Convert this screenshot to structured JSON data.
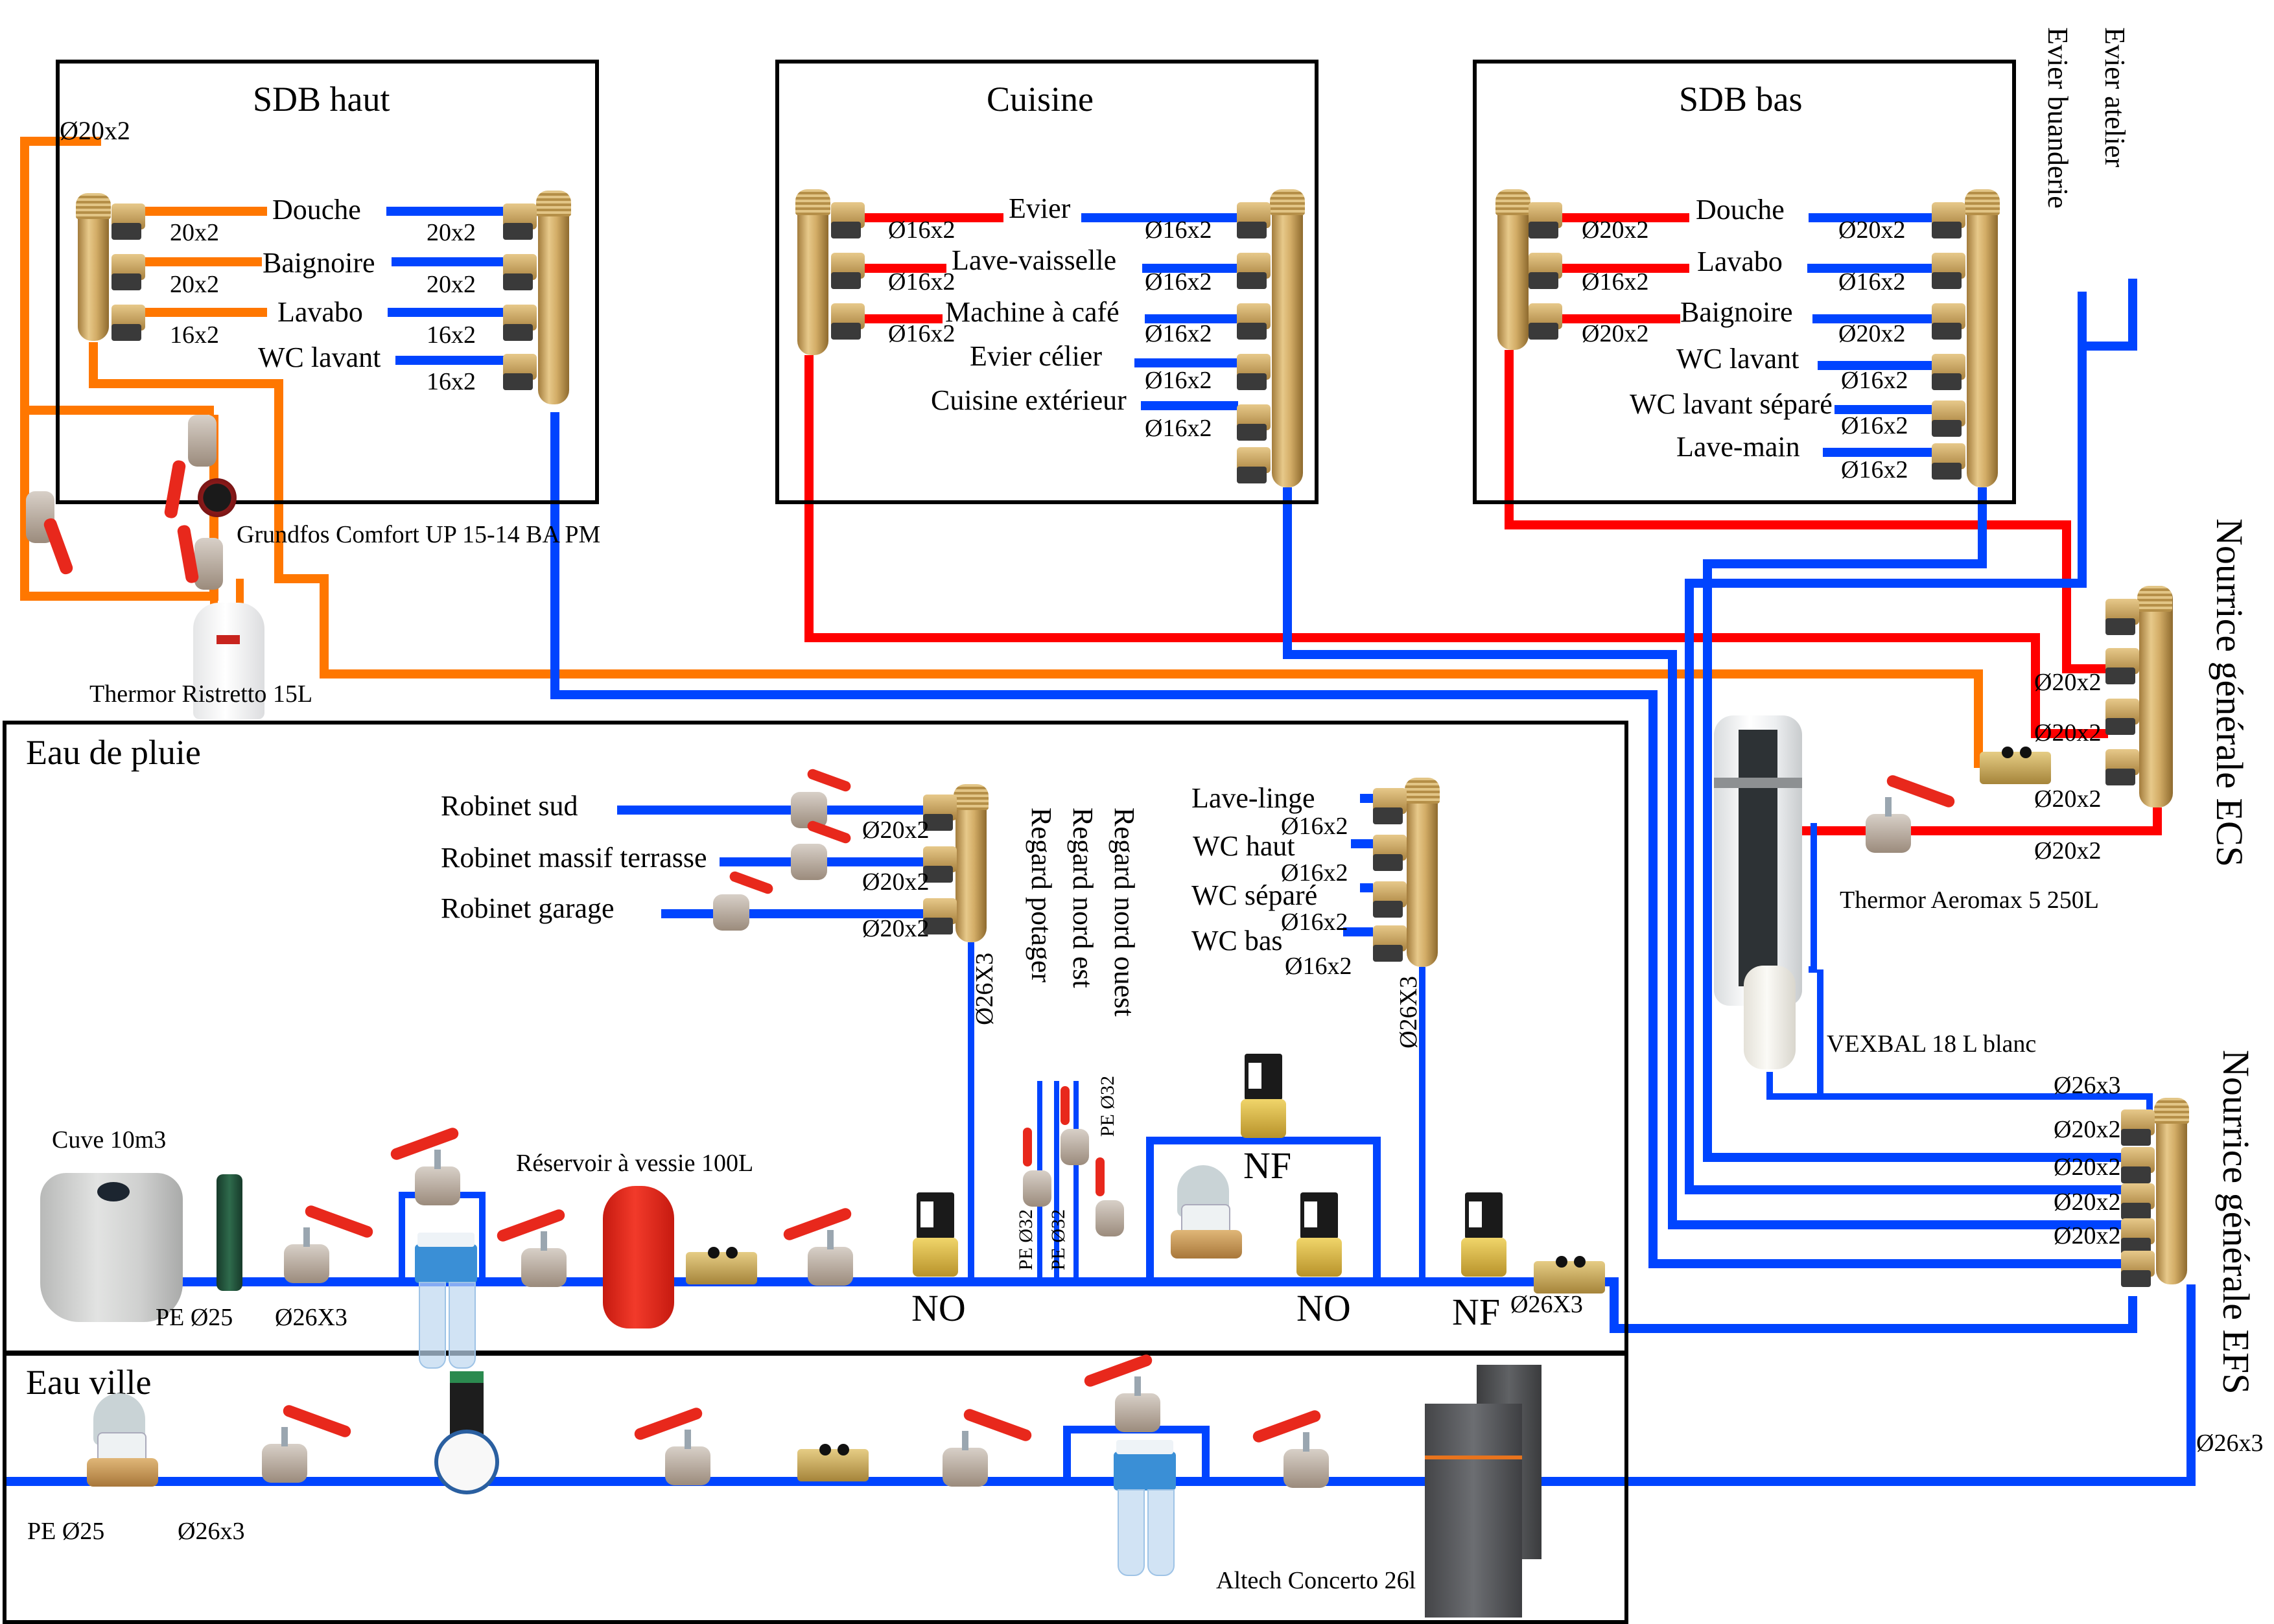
{
  "colors": {
    "cold_pipe": "#0044ff",
    "hot_pipe": "#ff0000",
    "recirc_pipe": "#ff7700",
    "frame": "#000000"
  },
  "zones": {
    "sdb_haut": {
      "title": "SDB haut",
      "feed_label": "Ø20x2",
      "hot_outlets": [
        {
          "fixture": "Douche",
          "size": "20x2"
        },
        {
          "fixture": "Baignoire",
          "size": "20x2"
        },
        {
          "fixture": "Lavabo",
          "size": "16x2"
        }
      ],
      "cold_outlets": [
        {
          "fixture": "Douche",
          "size": "20x2"
        },
        {
          "fixture": "Baignoire",
          "size": "20x2"
        },
        {
          "fixture": "Lavabo",
          "size": "16x2"
        },
        {
          "fixture": "WC lavant",
          "size": "16x2"
        }
      ],
      "pump_label": "Grundfos Comfort UP 15-14 BA PM",
      "heater_label": "Thermor Ristretto 15L"
    },
    "cuisine": {
      "title": "Cuisine",
      "hot_outlets": [
        {
          "fixture": "Evier",
          "size": "Ø16x2"
        },
        {
          "fixture": "Lave-vaisselle",
          "size": "Ø16x2"
        },
        {
          "fixture": "Machine à café",
          "size": "Ø16x2"
        }
      ],
      "cold_outlets": [
        {
          "fixture": "Evier",
          "size": "Ø16x2"
        },
        {
          "fixture": "Lave-vaisselle",
          "size": "Ø16x2"
        },
        {
          "fixture": "Machine à café",
          "size": "Ø16x2"
        },
        {
          "fixture": "Evier célier",
          "size": "Ø16x2"
        },
        {
          "fixture": "Cuisine extérieur",
          "size": "Ø16x2"
        }
      ]
    },
    "sdb_bas": {
      "title": "SDB bas",
      "hot_outlets": [
        {
          "fixture": "Douche",
          "size": "Ø20x2"
        },
        {
          "fixture": "Lavabo",
          "size": "Ø16x2"
        },
        {
          "fixture": "Baignoire",
          "size": "Ø20x2"
        }
      ],
      "cold_outlets": [
        {
          "fixture": "Douche",
          "size": "Ø20x2"
        },
        {
          "fixture": "Lavabo",
          "size": "Ø16x2"
        },
        {
          "fixture": "Baignoire",
          "size": "Ø20x2"
        },
        {
          "fixture": "WC lavant",
          "size": "Ø16x2"
        },
        {
          "fixture": "WC lavant séparé",
          "size": "Ø16x2"
        },
        {
          "fixture": "Lave-main",
          "size": "Ø16x2"
        }
      ]
    },
    "outside_taps": [
      "Evier atelier",
      "Evier buanderie"
    ],
    "ecs": {
      "title": "Nourrice générale ECS",
      "outlet_sizes": [
        "Ø20x2",
        "Ø20x2",
        "Ø20x2",
        "Ø20x2"
      ],
      "heater_label": "Thermor Aeromax 5 250L",
      "vessel_label": "VEXBAL 18 L blanc"
    },
    "efs": {
      "title": "Nourrice générale EFS",
      "inlet_size": "Ø26x3",
      "outlet_sizes": [
        "Ø20x2",
        "Ø20x2",
        "Ø20x2",
        "Ø20x2"
      ],
      "supply_size": "Ø26x3"
    },
    "eau_de_pluie": {
      "title": "Eau de pluie",
      "taps": [
        {
          "name": "Robinet sud",
          "size": "Ø20x2"
        },
        {
          "name": "Robinet massif terrasse",
          "size": "Ø20x2"
        },
        {
          "name": "Robinet garage",
          "size": "Ø20x2"
        }
      ],
      "taps_manifold_feed": "Ø26X3",
      "regards": [
        "Regard potager",
        "Regard nord est",
        "Regard nord ouest"
      ],
      "regard_pipe_labels": [
        "PE Ø32",
        "PE Ø32",
        "PE Ø32"
      ],
      "wc_outlets": [
        {
          "name": "Lave-linge",
          "size": "Ø16x2"
        },
        {
          "name": "WC haut",
          "size": "Ø16x2"
        },
        {
          "name": "WC séparé",
          "size": "Ø16x2"
        },
        {
          "name": "WC bas",
          "size": "Ø16x2"
        }
      ],
      "wc_manifold_feed": "Ø26X3",
      "tank_label": "Cuve 10m3",
      "pump_pipe": "PE Ø25",
      "main_pipe": "Ø26X3",
      "vessel_label": "Réservoir à vessie 100L",
      "valve_states": [
        "NO",
        "NF",
        "NO",
        "NF"
      ],
      "outlet_size": "Ø26X3"
    },
    "eau_ville": {
      "title": "Eau ville",
      "meter_pipe": "PE Ø25",
      "main_pipe": "Ø26x3",
      "softener_label": "Altech Concerto 26l"
    }
  }
}
